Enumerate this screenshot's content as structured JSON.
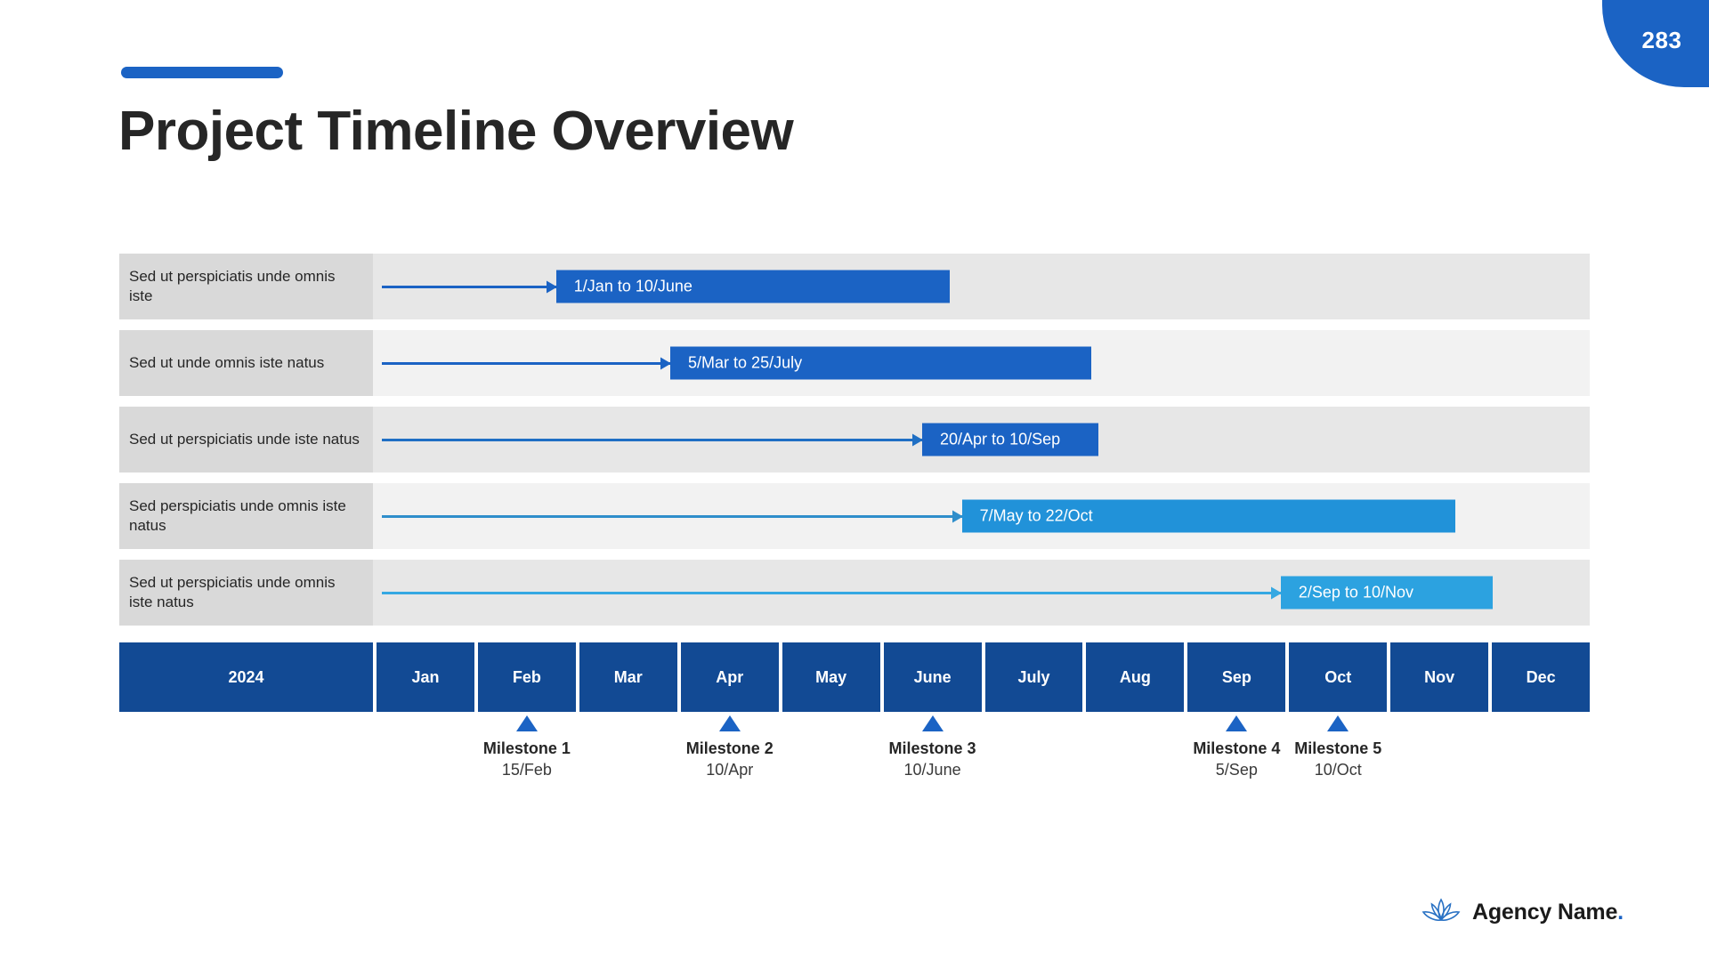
{
  "badge": {
    "page_number": "283"
  },
  "header": {
    "title": "Project Timeline Overview",
    "accent_color": "#1b63c4"
  },
  "timeline": {
    "year_label": "2024",
    "months": [
      "Jan",
      "Feb",
      "Mar",
      "Apr",
      "May",
      "June",
      "July",
      "Aug",
      "Sep",
      "Oct",
      "Nov",
      "Dec"
    ],
    "rows": [
      {
        "label": "Sed ut perspiciatis unde omnis iste",
        "bar_text": "1/Jan to 10/June",
        "bar_color": "#1b63c4",
        "arrow_color": "#1b63c4",
        "bar_start_pct": 16.7,
        "bar_end_pct": 48.4,
        "arrow_start_pct": 0.0,
        "band": "odd"
      },
      {
        "label": "Sed ut unde omnis iste natus",
        "bar_text": "5/Mar to 25/July",
        "bar_color": "#1b63c4",
        "arrow_color": "#1b63c4",
        "bar_start_pct": 25.9,
        "bar_end_pct": 59.8,
        "arrow_start_pct": 0.0,
        "band": "even"
      },
      {
        "label": "Sed ut perspiciatis unde iste natus",
        "bar_text": "20/Apr to 10/Sep",
        "bar_color": "#1b63c4",
        "arrow_color": "#1f6fc4",
        "bar_start_pct": 46.2,
        "bar_end_pct": 60.4,
        "arrow_start_pct": 0.0,
        "band": "odd"
      },
      {
        "label": "Sed perspiciatis unde omnis iste natus",
        "bar_text": "7/May to 22/Oct",
        "bar_color": "#2192d9",
        "arrow_color": "#2f8ecb",
        "bar_start_pct": 49.4,
        "bar_end_pct": 89.2,
        "arrow_start_pct": 0.0,
        "band": "even"
      },
      {
        "label": "Sed ut perspiciatis unde omnis iste natus",
        "bar_text": "2/Sep to 10/Nov",
        "bar_color": "#2ca2e0",
        "arrow_color": "#35a8e2",
        "bar_start_pct": 75.1,
        "bar_end_pct": 92.2,
        "arrow_start_pct": 0.0,
        "band": "odd"
      }
    ]
  },
  "milestones": [
    {
      "name": "Milestone 1",
      "date": "15/Feb",
      "month": "Feb"
    },
    {
      "name": "Milestone 2",
      "date": "10/Apr",
      "month": "Apr"
    },
    {
      "name": "Milestone 3",
      "date": "10/June",
      "month": "June"
    },
    {
      "name": "Milestone 4",
      "date": "5/Sep",
      "month": "Sep"
    },
    {
      "name": "Milestone 5",
      "date": "10/Oct",
      "month": "Oct"
    }
  ],
  "footer": {
    "logo_icon": "lotus-icon",
    "agency_name": "Agency Name",
    "agency_dot": "."
  }
}
